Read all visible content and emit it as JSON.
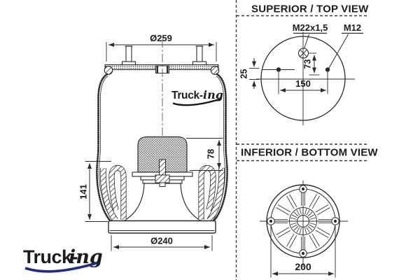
{
  "colors": {
    "line": "#2b2b2b",
    "text": "#1c1c1c",
    "navy": "#1e2c88",
    "orange": "#ef7d1a",
    "black_logo": "#161616"
  },
  "brand": {
    "prefix": "Truck-",
    "suffix": "ing"
  },
  "side_view": {
    "dim_top_plate_diameter": "Ø259",
    "dim_bumper_height": "78",
    "dim_height": "141",
    "dim_piston_diameter": "Ø240"
  },
  "top_view": {
    "title": "SUPERIOR / TOP VIEW",
    "label_center_thread": "M22x1,5",
    "label_stud_thread": "M12",
    "dim_offset": "25",
    "dim_center_to_stud": "73",
    "dim_stud_spacing": "150"
  },
  "bottom_view": {
    "title": "INFERIOR / BOTTOM VIEW",
    "dim_bolt_spacing": "200"
  }
}
